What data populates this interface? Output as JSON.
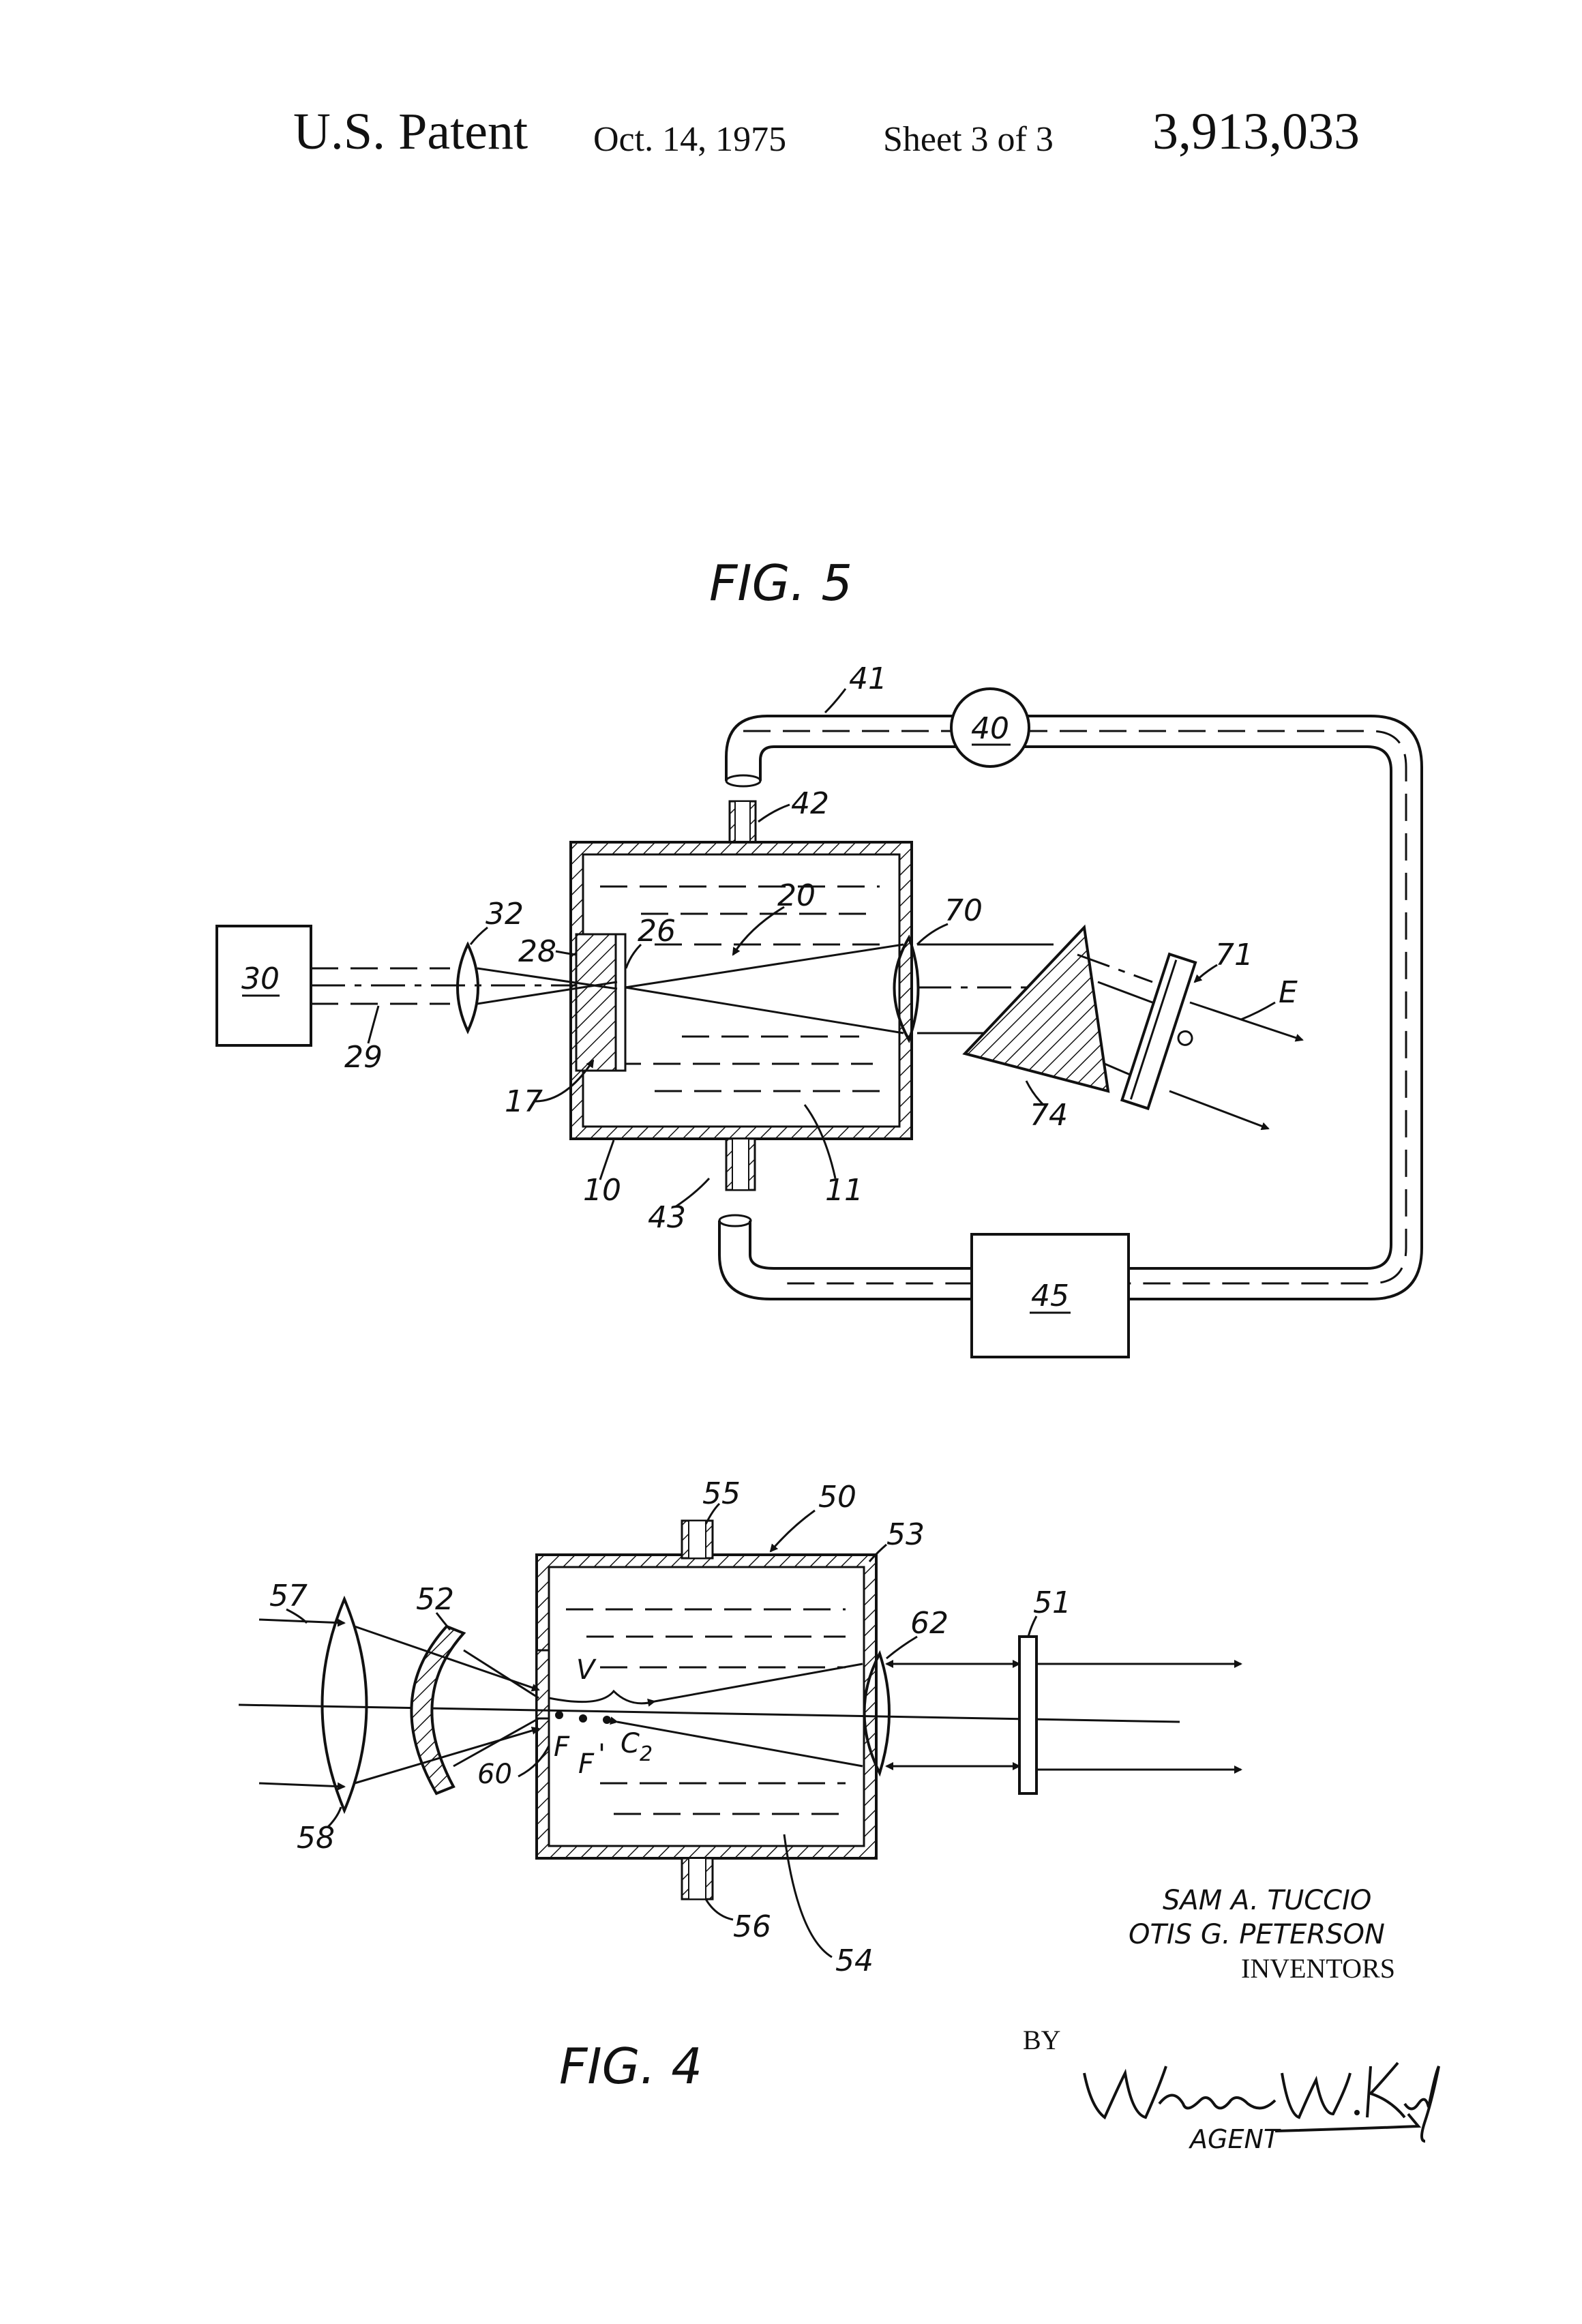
{
  "header": {
    "title": "U.S. Patent",
    "date": "Oct. 14, 1975",
    "sheet": "Sheet 3 of 3",
    "patent_number": "3,913,033"
  },
  "fig5": {
    "title": "FIG. 5",
    "labels": {
      "l41": "41",
      "l40": "40",
      "l42": "42",
      "l20": "20",
      "l70": "70",
      "l32": "32",
      "l28": "28",
      "l26": "26",
      "l30": "30",
      "l71": "71",
      "lE": "E",
      "l29": "29",
      "l17": "17",
      "l74": "74",
      "l10": "10",
      "l11": "11",
      "l43": "43",
      "l45": "45"
    }
  },
  "fig4": {
    "title": "FIG. 4",
    "labels": {
      "l55": "55",
      "l50": "50",
      "l53": "53",
      "l57": "57",
      "l52": "52",
      "l62": "62",
      "l51": "51",
      "lV": "V",
      "l60": "60",
      "lF": "F",
      "lFp": "F",
      "lprime": "'",
      "lC2": "C",
      "lC2sub": "2",
      "l58": "58",
      "l56": "56",
      "l54": "54"
    }
  },
  "inventors": {
    "name1": "SAM A. TUCCIO",
    "name2": "OTIS G. PETERSON",
    "caption": "INVENTORS"
  },
  "signature": {
    "by": "BY",
    "name": "Warren W. Kurz",
    "role": "AGENT"
  }
}
